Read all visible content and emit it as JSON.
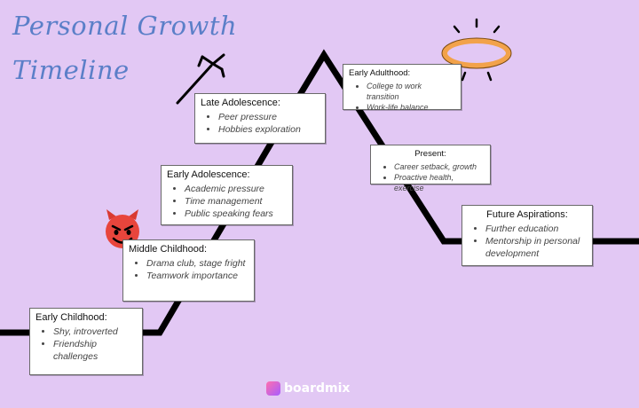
{
  "title": {
    "line1": "Personal Growth",
    "line2": "Timeline"
  },
  "stages": [
    {
      "id": "early-childhood",
      "heading": "Early Childhood:",
      "items": [
        "Shy, introverted",
        "Friendship challenges"
      ]
    },
    {
      "id": "middle-childhood",
      "heading": "Middle Childhood:",
      "items": [
        "Drama club, stage fright",
        "Teamwork importance"
      ]
    },
    {
      "id": "early-adolescence",
      "heading": "Early Adolescence:",
      "items": [
        "Academic pressure",
        "Time management",
        "Public speaking fears"
      ]
    },
    {
      "id": "late-adolescence",
      "heading": "Late Adolescence:",
      "items": [
        "Peer pressure",
        "Hobbies exploration"
      ]
    },
    {
      "id": "early-adulthood",
      "heading": "Early Adulthood:",
      "items": [
        "College to work transition",
        "Work-life balance"
      ]
    },
    {
      "id": "present",
      "heading": "Present:",
      "items": [
        "Career setback, growth",
        "Proactive health, exercise"
      ]
    },
    {
      "id": "future-aspirations",
      "heading": "Future Aspirations:",
      "items": [
        "Further education",
        "Mentorship in personal development"
      ]
    }
  ],
  "icons": {
    "devil": "devil-face-icon",
    "trident": "trident-icon",
    "halo": "halo-icon"
  },
  "brand": {
    "name": "boardmix"
  },
  "colors": {
    "background": "#e2c8f4",
    "title": "#5b7fc8",
    "line": "#000000",
    "devil": "#e8453c",
    "halo": "#f2a24a"
  }
}
